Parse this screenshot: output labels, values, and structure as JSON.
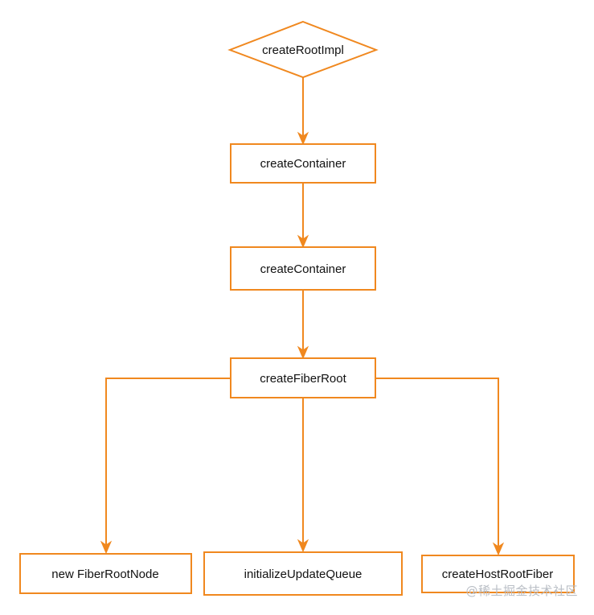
{
  "diagram": {
    "nodes": {
      "root": "createRootImpl",
      "container_1": "createContainer",
      "container_2": "createContainer",
      "fiber_root": "createFiberRoot",
      "child_left": "new FiberRootNode",
      "child_middle": "initializeUpdateQueue",
      "child_right": "createHostRootFiber"
    },
    "edges": [
      {
        "from": "root",
        "to": "container_1"
      },
      {
        "from": "container_1",
        "to": "container_2"
      },
      {
        "from": "container_2",
        "to": "fiber_root"
      },
      {
        "from": "fiber_root",
        "to": "child_left"
      },
      {
        "from": "fiber_root",
        "to": "child_middle"
      },
      {
        "from": "fiber_root",
        "to": "child_right"
      }
    ]
  },
  "colors": {
    "stroke": "#f0881f",
    "text": "#111111",
    "watermark": "#b9bec5"
  },
  "watermark": "@稀土掘金技术社区"
}
